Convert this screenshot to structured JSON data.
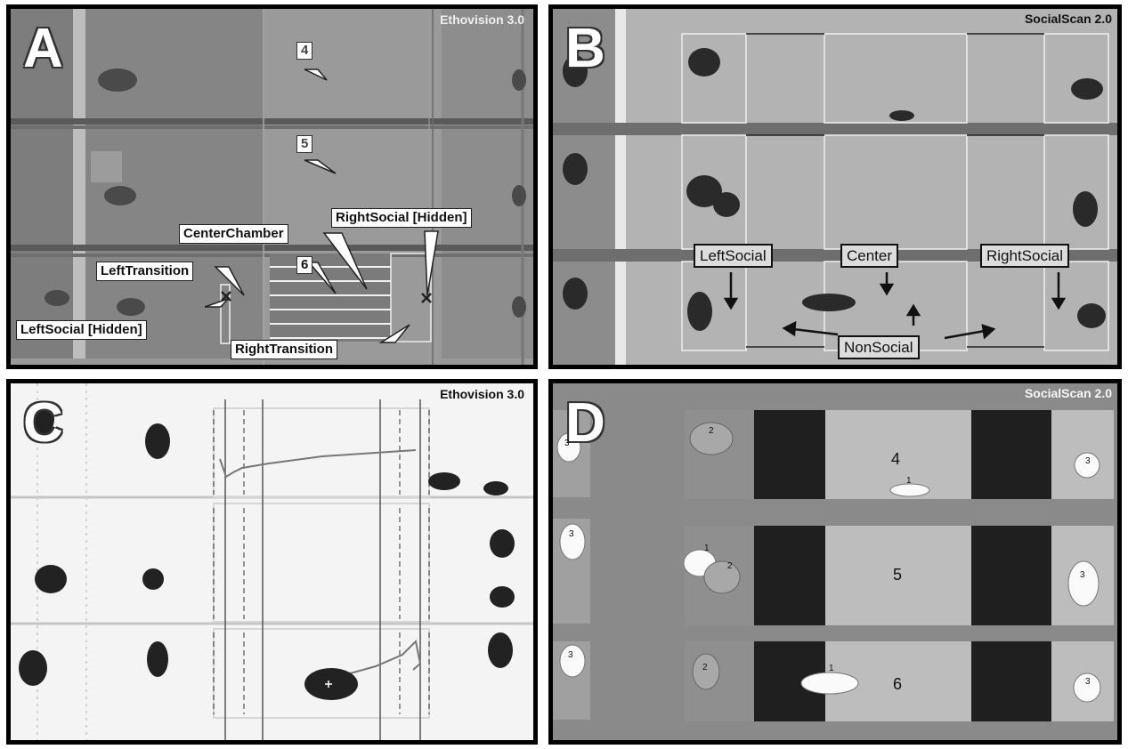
{
  "figure": {
    "panels": [
      {
        "letter": "A",
        "software": "Ethovision 3.0"
      },
      {
        "letter": "B",
        "software": "SocialScan 2.0"
      },
      {
        "letter": "C",
        "software": "Ethovision 3.0"
      },
      {
        "letter": "D",
        "software": "SocialScan 2.0"
      }
    ]
  },
  "panel_a": {
    "arena_numbers": [
      "4",
      "5",
      "6"
    ],
    "zone_labels": {
      "center_chamber": "CenterChamber",
      "right_social_hidden": "RightSocial [Hidden]",
      "left_transition": "LeftTransition",
      "left_social_hidden": "LeftSocial [Hidden]",
      "right_transition": "RightTransition"
    }
  },
  "panel_b": {
    "zone_labels": {
      "left_social": "LeftSocial",
      "center": "Center",
      "right_social": "RightSocial",
      "non_social": "NonSocial"
    }
  },
  "panel_d": {
    "arena_numbers": [
      "4",
      "5",
      "6"
    ],
    "animal_ids": [
      "1",
      "2",
      "3"
    ]
  }
}
